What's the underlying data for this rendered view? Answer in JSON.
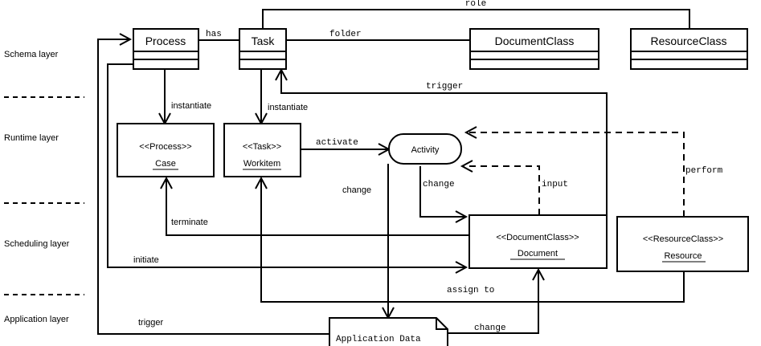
{
  "layers": {
    "schema": "Schema layer",
    "runtime": "Runtime layer",
    "scheduling": "Scheduling layer",
    "application": "Application layer"
  },
  "classes": {
    "process": "Process",
    "task": "Task",
    "document_class": "DocumentClass",
    "resource_class": "ResourceClass"
  },
  "instances": {
    "case": {
      "stereotype": "<<Process>>",
      "name": "Case"
    },
    "workitem": {
      "stereotype": "<<Task>>",
      "name": "Workitem"
    },
    "activity": {
      "name": "Activity"
    },
    "document": {
      "stereotype": "<<DocumentClass>>",
      "name": "Document"
    },
    "resource": {
      "stereotype": "<<ResourceClass>>",
      "name": "Resource"
    },
    "application_data": {
      "name": "Application Data"
    }
  },
  "relations": {
    "role": "role",
    "has": "has",
    "folder": "folder",
    "trigger_top": "trigger",
    "instantiate_case": "instantiate",
    "instantiate_workitem": "instantiate",
    "activate": "activate",
    "perform": "perform",
    "change_activity": "change",
    "input": "input",
    "change_left": "change",
    "terminate": "terminate",
    "initiate": "initiate",
    "assign_to": "assign to",
    "trigger_bottom": "trigger",
    "change_bottom": "change"
  }
}
